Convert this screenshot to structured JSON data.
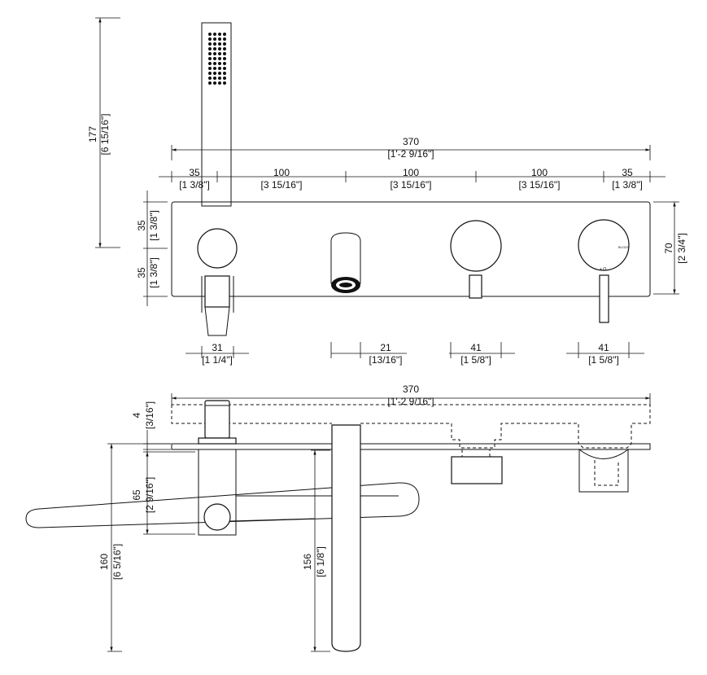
{
  "dimensions": {
    "handshower_height": {
      "mm": "177",
      "in": "[6 15/16\"]"
    },
    "overall_width_top": {
      "mm": "370",
      "in": "[1'-2 9/16\"]"
    },
    "edge_left": {
      "mm": "35",
      "in": "[1 3/8\"]"
    },
    "spacing_1": {
      "mm": "100",
      "in": "[3 15/16\"]"
    },
    "spacing_2": {
      "mm": "100",
      "in": "[3 15/16\"]"
    },
    "spacing_3": {
      "mm": "100",
      "in": "[3 15/16\"]"
    },
    "edge_right": {
      "mm": "35",
      "in": "[1 3/8\"]"
    },
    "plate_height": {
      "mm": "70",
      "in": "[2 3/4\"]"
    },
    "half_height_top": {
      "mm": "35",
      "in": "[1 3/8\"]"
    },
    "half_height_bottom": {
      "mm": "35",
      "in": "[1 3/8\"]"
    },
    "diverter_width": {
      "mm": "31",
      "in": "[1 1/4\"]"
    },
    "spout_width": {
      "mm": "21",
      "in": "[13/16\"]"
    },
    "handle_1_width": {
      "mm": "41",
      "in": "[1 5/8\"]"
    },
    "handle_2_width": {
      "mm": "41",
      "in": "[1 5/8\"]"
    },
    "overall_width_side": {
      "mm": "370",
      "in": "[1'-2 9/16\"]"
    },
    "plate_thickness": {
      "mm": "4",
      "in": "[3/16\"]"
    },
    "holder_height": {
      "mm": "65",
      "in": "[2 9/16\"]"
    },
    "handshower_length": {
      "mm": "160",
      "in": "[6 5/16\"]"
    },
    "spout_length": {
      "mm": "156",
      "in": "[6 1/8\"]"
    }
  },
  "marks": {
    "brand_mark": "BLOZZ",
    "indicator_mark": "+ O"
  }
}
